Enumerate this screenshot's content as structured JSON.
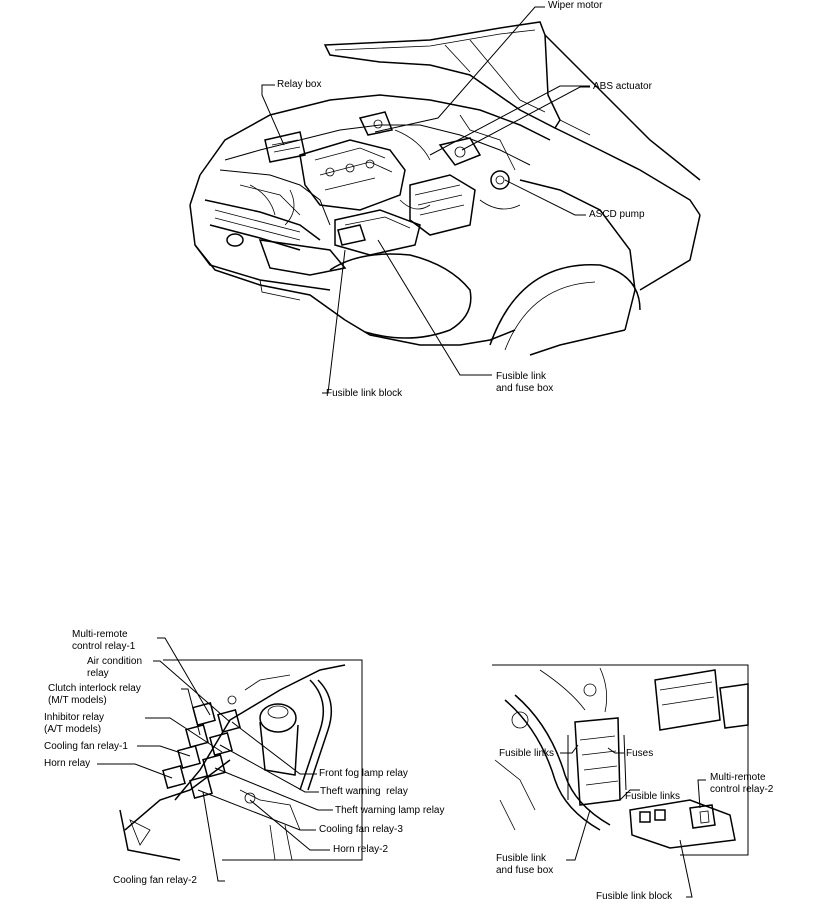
{
  "top_diagram": {
    "labels": {
      "wiper_motor": "Wiper motor",
      "relay_box": "Relay box",
      "abs_actuator": "ABS actuator",
      "ascd_pump": "ASCD pump",
      "fusible_link_and_fuse_box": "Fusible link\nand fuse box",
      "fusible_link_block": "Fusible link block"
    }
  },
  "bottom_left_diagram": {
    "labels": {
      "multi_remote_control_relay_1": "Multi-remote\ncontrol relay-1",
      "air_condition_relay": "Air condition\nrelay",
      "clutch_interlock_relay": "Clutch interlock relay\n(M/T models)",
      "inhibitor_relay": "Inhibitor relay\n(A/T models)",
      "cooling_fan_relay_1": "Cooling fan relay-1",
      "horn_relay": "Horn relay",
      "front_fog_lamp_relay": "Front fog lamp relay",
      "theft_warning_relay": "Theft warning  relay",
      "theft_warning_lamp_relay": "Theft warning lamp relay",
      "cooling_fan_relay_3": "Cooling fan relay-3",
      "horn_relay_2": "Horn relay-2",
      "cooling_fan_relay_2": "Cooling fan relay-2"
    }
  },
  "bottom_right_diagram": {
    "labels": {
      "fusible_links_left": "Fusible links",
      "fuses": "Fuses",
      "fusible_links_right": "Fusible links",
      "multi_remote_control_relay_2": "Multi-remote\ncontrol relay-2",
      "fusible_link_and_fuse_box": "Fusible link\nand fuse box",
      "fusible_link_block": "Fusible link block"
    }
  }
}
